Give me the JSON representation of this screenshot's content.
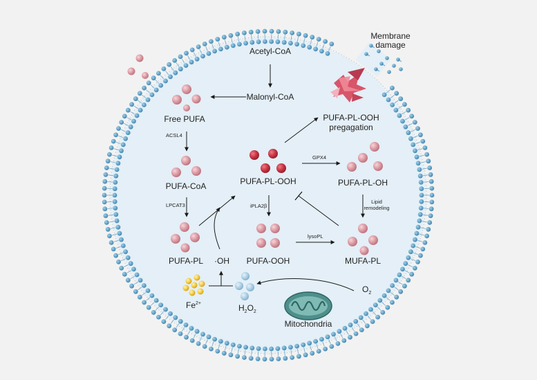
{
  "labels": {
    "acetyl_coa": "Acetyl-CoA",
    "malonyl_coa": "Malonyl-CoA",
    "free_pufa": "Free PUFA",
    "acsl4": "ACSL4",
    "pufa_coa": "PUFA-CoA",
    "lpcat3": "LPCAT3",
    "pufa_pl": "PUFA-PL",
    "pufa_pl_ooh": "PUFA-PL-OOH",
    "propagation_line1": "PUFA-PL-OOH",
    "propagation_line2": "pregagation",
    "gpx4": "GPX4",
    "pufa_pl_oh": "PUFA-PL-OH",
    "lipid_line1": "Lipid",
    "lipid_line2": "remodeling",
    "ipla2b": "iPLA2β",
    "pufa_ooh": "PUFA-OOH",
    "lysopl": "lysoPL",
    "mufa_pl": "MUFA-PL",
    "oh_radical": "·OH",
    "fe_base": "Fe",
    "fe_sup": "2+",
    "h2o2_h1": "H",
    "h2o2_sub1": "2",
    "h2o2_o": "O",
    "h2o2_sub2": "2",
    "o2_base": "O",
    "o2_sub": "2",
    "mitochondria": "Mitochondria",
    "membrane_line1": "Membrane",
    "membrane_line2": "damage"
  },
  "colors": {
    "background": "#f2f2f2",
    "cell_fill": "#e4eff7",
    "membrane_head": "#4a90b8",
    "lipid_pink": "#d8909a",
    "lipid_red": "#c2303f",
    "iron_yellow": "#f2c93e",
    "h2o2_blue": "#a9cde3",
    "mito_teal": "#4e8f8c",
    "arrow": "#1a1a1a"
  }
}
